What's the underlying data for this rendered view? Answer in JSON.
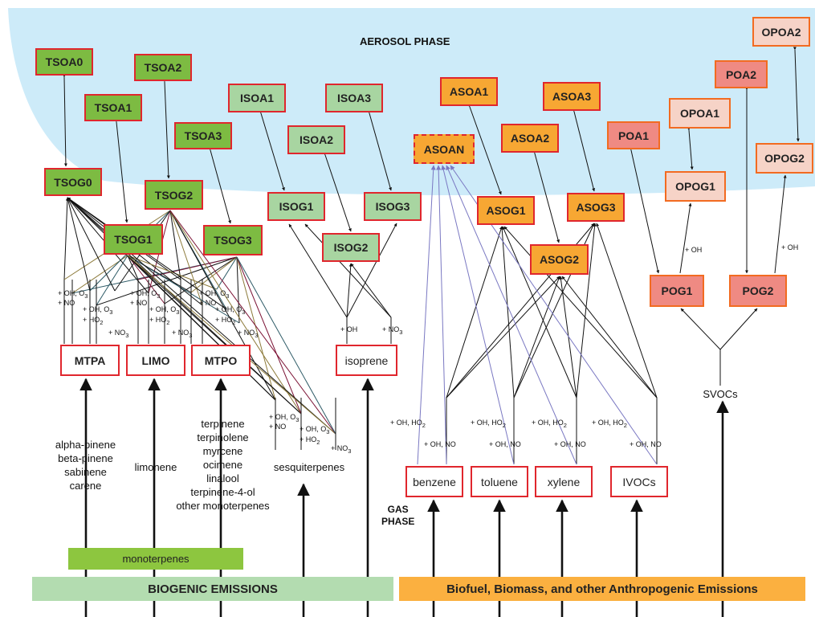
{
  "phases": {
    "aerosol": "AEROSOL PHASE",
    "gas_line1": "GAS",
    "gas_line2": "PHASE"
  },
  "bands": {
    "monoterpenes": "monoterpenes",
    "biogenic": "BIOGENIC EMISSIONS",
    "anthropogenic": "Biofuel, Biomass, and other Anthropogenic Emissions"
  },
  "nodes": {
    "tsoa0": "TSOA0",
    "tsoa1": "TSOA1",
    "tsoa2": "TSOA2",
    "tsoa3": "TSOA3",
    "tsog0": "TSOG0",
    "tsog1": "TSOG1",
    "tsog2": "TSOG2",
    "tsog3": "TSOG3",
    "isoa1": "ISOA1",
    "isoa2": "ISOA2",
    "isoa3": "ISOA3",
    "isog1": "ISOG1",
    "isog2": "ISOG2",
    "isog3": "ISOG3",
    "asoa1": "ASOA1",
    "asoa2": "ASOA2",
    "asoa3": "ASOA3",
    "asoan": "ASOAN",
    "asog1": "ASOG1",
    "asog2": "ASOG2",
    "asog3": "ASOG3",
    "poa1": "POA1",
    "poa2": "POA2",
    "opoa1": "OPOA1",
    "opoa2": "OPOA2",
    "opog1": "OPOG1",
    "opog2": "OPOG2",
    "pog1": "POG1",
    "pog2": "POG2"
  },
  "precursors": {
    "mtpa": "MTPA",
    "limo": "LIMO",
    "mtpo": "MTPO",
    "isoprene": "isoprene",
    "benzene": "benzene",
    "toluene": "toluene",
    "xylene": "xylene",
    "ivocs": "IVOCs"
  },
  "sources": {
    "mtpa": [
      "alpha-pinene",
      "beta-pinene",
      "sabinene",
      "carene"
    ],
    "limo": [
      "limonene"
    ],
    "mtpo": [
      "terpinene",
      "terpinolene",
      "myrcene",
      "ocimene",
      "linalool",
      "terpinene-4-ol",
      "other monoterpenes"
    ],
    "sesquiterpenes": [
      "sesquiterpenes"
    ],
    "svocs": [
      "SVOCs"
    ]
  },
  "oxidants": {
    "oh_o3": "OH, O",
    "o3_sub": "3",
    "plus": "+",
    "no": "NO",
    "ho2": "HO",
    "ho2_sub": "2",
    "no3": "NO",
    "no3_sub": "3",
    "oh": "OH",
    "plus_oh": "+ OH",
    "oh_ho2": "+ OH, HO",
    "oh_no": "+ OH, NO"
  },
  "colors": {
    "aerosol_bg": "#cdebf9",
    "tsoa_green": "#7dbb42",
    "isoa_lightgreen": "#a8d5a1",
    "asoa_orange": "#f7a733",
    "poa_pink": "#ef8a83",
    "opoa_lightpink": "#f6d3c7",
    "box_border_red": "#e0262d",
    "box_border_orange": "#f26b21",
    "biogenic_band": "#b3dcb0",
    "monoterpenes_band": "#8dc63f",
    "anthro_band": "#fbb040",
    "asoan_arrow_purple": "#7a78c2"
  }
}
